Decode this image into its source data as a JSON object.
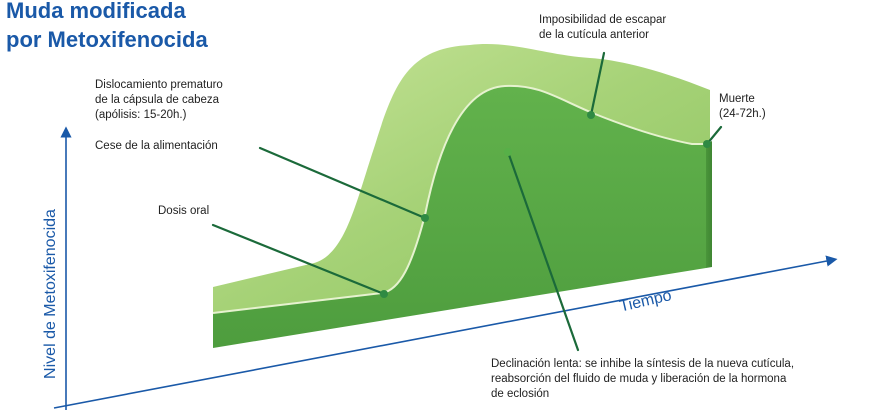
{
  "title": {
    "line1": "Muda modificada",
    "line2": "por Metoxifenocida"
  },
  "axes": {
    "y_label": "Nivel de Metoxifenocida",
    "x_label": "Tiempo"
  },
  "annotations": {
    "imposibilidad": {
      "line1": "Imposibilidad de escapar",
      "line2": "de la cutícula anterior"
    },
    "muerte": {
      "line1": "Muerte",
      "line2": "(24-72h.)"
    },
    "dislocamiento": {
      "line1": "Dislocamiento prematuro",
      "line2": "de la cápsula de cabeza",
      "line3": "(apólisis: 15-20h.)"
    },
    "cese": "Cese de la alimentación",
    "dosis": "Dosis oral",
    "declinacion": {
      "line1": "Declinación lenta: se inhibe la síntesis de la nueva cutícula,",
      "line2": "reabsorción del fluido de muda y liberación de la hormona",
      "line3": "de eclosión"
    }
  },
  "colors": {
    "title": "#1a59a8",
    "axis": "#1a59a8",
    "front_face": "#5aac46",
    "top_face": "#aed67d",
    "callout_line": "#1b6a3a",
    "callout_dot": "#2f8a43"
  }
}
